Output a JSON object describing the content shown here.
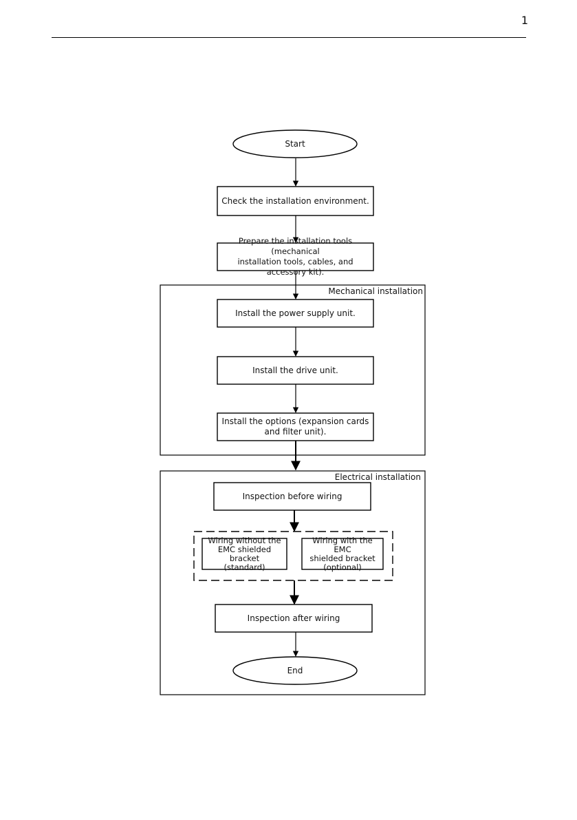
{
  "page": {
    "number": "1"
  },
  "flowchart": {
    "start": "Start",
    "step_check_environment": "Check the installation environment.",
    "step_prepare_tools": "Prepare the installation tools (mechanical\ninstallation tools, cables, and accessory kit).",
    "group_mechanical": {
      "label": "Mechanical installation",
      "step_power_supply": "Install the power supply unit.",
      "step_drive_unit": "Install the drive unit.",
      "step_options": "Install the options (expansion cards\nand filter unit)."
    },
    "group_electrical": {
      "label": "Electrical installation",
      "step_inspection_before": "Inspection before wiring",
      "option_without_bracket": "Wiring without the\nEMC shielded bracket\n(standard)",
      "option_with_bracket": "Wiring with the EMC\nshielded bracket\n(optional)",
      "step_inspection_after": "Inspection after wiring",
      "end": "End"
    }
  }
}
